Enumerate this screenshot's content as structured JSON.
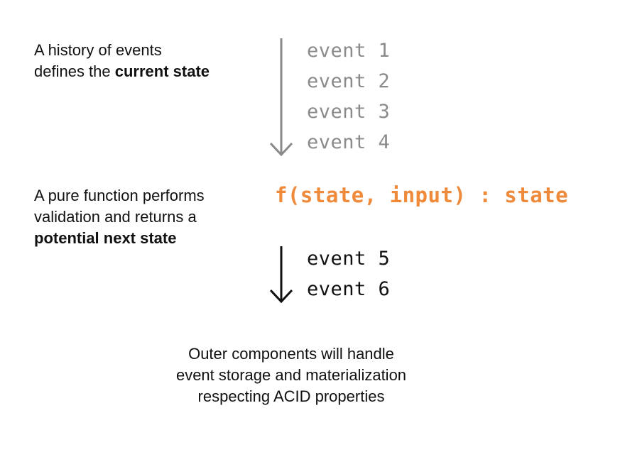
{
  "history": {
    "line1": "A history of events",
    "line2_prefix": "defines the ",
    "line2_bold": "current state"
  },
  "history_events": [
    "event 1",
    "event 2",
    "event 3",
    "event 4"
  ],
  "pure_function": {
    "line1": "A pure function performs",
    "line2": "validation and returns a",
    "line3_bold": "potential next state"
  },
  "signature": "f(state, input) : state",
  "new_events": [
    "event 5",
    "event 6"
  ],
  "outer": {
    "line1": "Outer components will handle",
    "line2": "event storage and materialization",
    "line3": "respecting ACID properties"
  },
  "colors": {
    "history_arrow": "#8a8a8a",
    "new_arrow": "#111111",
    "signature": "#ee8a3a"
  }
}
